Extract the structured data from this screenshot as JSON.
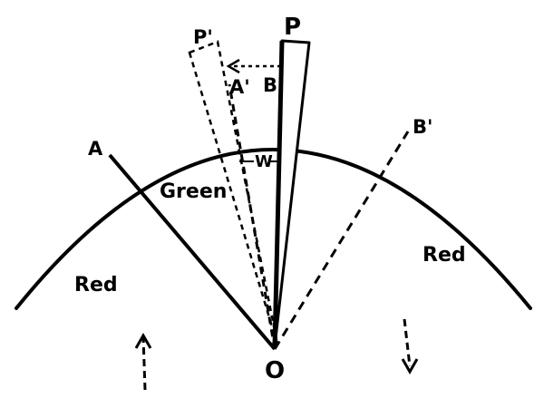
{
  "diagram": {
    "points": {
      "origin": "O",
      "pointer": "P",
      "pointer_moved": "P'",
      "edge_a": "A",
      "edge_a_moved": "A'",
      "edge_b": "B",
      "edge_b_moved": "B'"
    },
    "regions": {
      "left": "Red",
      "middle": "Green",
      "right": "Red"
    },
    "width_marker": "W",
    "colors": {
      "ink": "#000000",
      "background": "#ffffff"
    }
  }
}
